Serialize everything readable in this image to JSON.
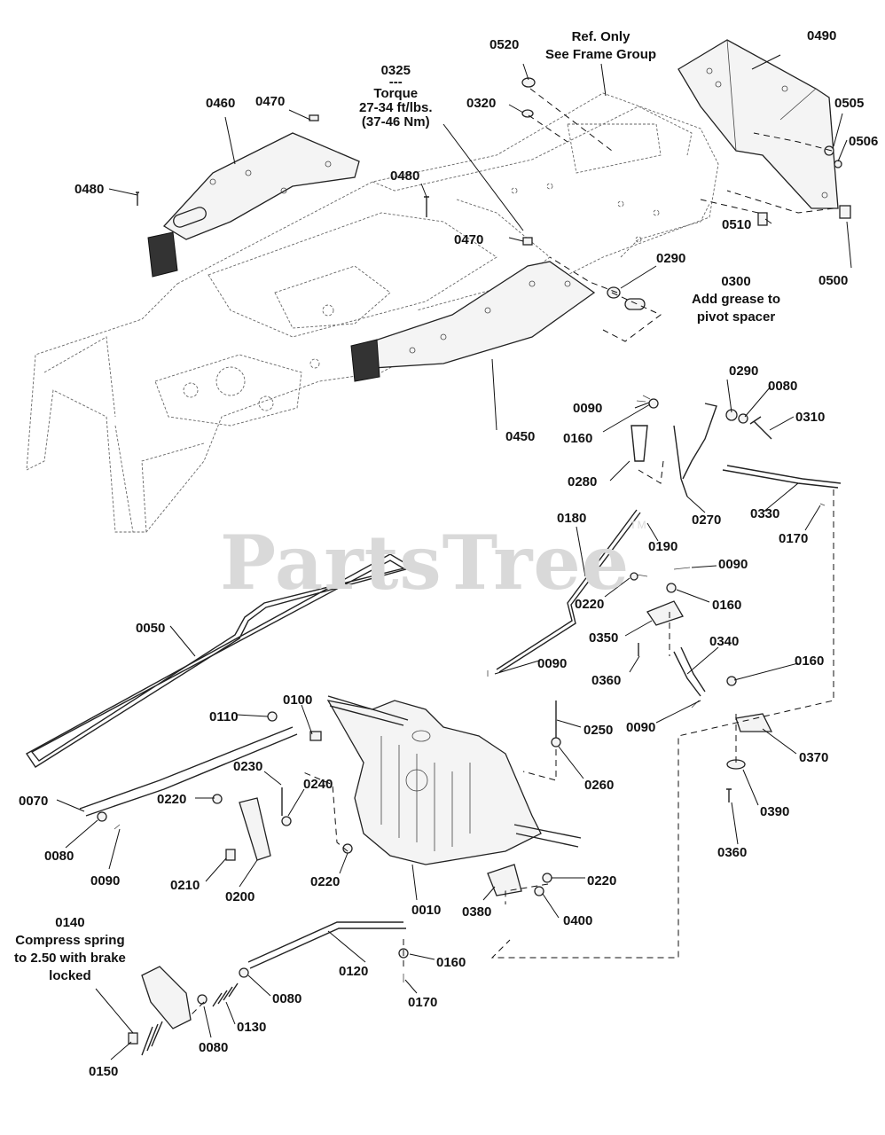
{
  "watermark": {
    "text": "PartsTree",
    "tm": "TM"
  },
  "notes": {
    "ref_only": [
      "Ref. Only",
      "See Frame Group"
    ],
    "torque": [
      "0325",
      "---",
      "Torque",
      "27-34 ft/lbs.",
      "(37-46 Nm)"
    ],
    "grease": [
      "0300",
      "Add grease to",
      "pivot spacer"
    ],
    "spring": [
      "0140",
      "Compress spring",
      "to 2.50 with brake",
      "locked"
    ]
  },
  "labels": {
    "p0520": "0520",
    "p0490": "0490",
    "p0460": "0460",
    "p0470a": "0470",
    "p0320": "0320",
    "p0505": "0505",
    "p0506": "0506",
    "p0480a": "0480",
    "p0480b": "0480",
    "p0470b": "0470",
    "p0510": "0510",
    "p0500": "0500",
    "p0290a": "0290",
    "p0290b": "0290",
    "p0080a": "0080",
    "p0090a": "0090",
    "p0310": "0310",
    "p0160a": "0160",
    "p0450": "0450",
    "p0280": "0280",
    "p0270": "0270",
    "p0330": "0330",
    "p0170a": "0170",
    "p0180": "0180",
    "p0190": "0190",
    "p0090b": "0090",
    "p0220a": "0220",
    "p0160b": "0160",
    "p0050": "0050",
    "p0350": "0350",
    "p0340": "0340",
    "p0360a": "0360",
    "p0090c": "0090",
    "p0160c": "0160",
    "p0100": "0100",
    "p0110": "0110",
    "p0250": "0250",
    "p0090d": "0090",
    "p0230": "0230",
    "p0370": "0370",
    "p0220b": "0220",
    "p0240": "0240",
    "p0260": "0260",
    "p0070": "0070",
    "p0390": "0390",
    "p0080b": "0080",
    "p0090e": "0090",
    "p0360b": "0360",
    "p0210": "0210",
    "p0220c": "0220",
    "p0220d": "0220",
    "p0200": "0200",
    "p0010": "0010",
    "p0380": "0380",
    "p0400": "0400",
    "p0160d": "0160",
    "p0120": "0120",
    "p0080c": "0080",
    "p0170b": "0170",
    "p0130": "0130",
    "p0080d": "0080",
    "p0150": "0150"
  }
}
